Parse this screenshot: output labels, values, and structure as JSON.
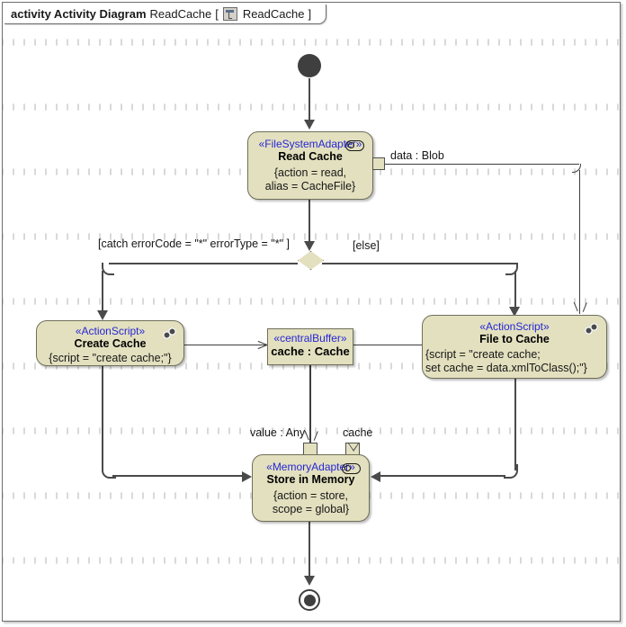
{
  "frame": {
    "keyword": "activity Activity Diagram",
    "name": "ReadCache",
    "bracket_open": "[",
    "bracket_close": "]",
    "tab_ref_name": "ReadCache",
    "icon": "activity-diagram-icon"
  },
  "nodes": {
    "initial": {
      "name": "initial-node"
    },
    "read_cache": {
      "stereotype": "«FileSystemAdapter»",
      "title": "Read Cache",
      "body_line1": "{action = read,",
      "body_line2": "alias = CacheFile}",
      "icon": "adapter-socket-icon"
    },
    "decision": {
      "name": "decision-node"
    },
    "create_cache": {
      "stereotype": "«ActionScript»",
      "title": "Create Cache",
      "body_line1": "{script = \"create cache;\"}",
      "icon": "script-gears-icon"
    },
    "central_buffer": {
      "stereotype": "«centralBuffer»",
      "title": "cache : Cache"
    },
    "file_to_cache": {
      "stereotype": "«ActionScript»",
      "title": "File to Cache",
      "body_line1": "{script = \"create cache;",
      "body_line2": "set cache = data.xmlToClass();\"}",
      "icon": "script-gears-icon"
    },
    "store_in_memory": {
      "stereotype": "«MemoryAdapter»",
      "title": "Store in Memory",
      "body_line1": "{action = store,",
      "body_line2": "scope = global}",
      "icon": "adapter-socket-icon"
    },
    "final": {
      "name": "activity-final-node"
    }
  },
  "labels": {
    "data_blob": "data : Blob",
    "guard_catch": "[catch errorCode = \"*\" errorType = \"*\" ]",
    "guard_else": "[else]",
    "pin_value": "value : Any",
    "pin_cache": "cache"
  },
  "colors": {
    "node_fill": "#e3e0bf",
    "node_border": "#6f6f5a",
    "stereotype_text": "#2626d6",
    "edge": "#4a4a4a",
    "canvas": "#ffffff"
  }
}
